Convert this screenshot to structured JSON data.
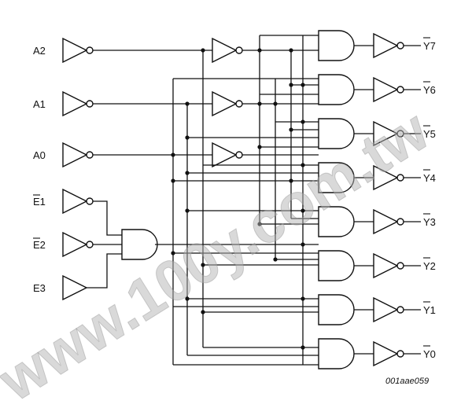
{
  "inputs": {
    "a2": "A2",
    "a1": "A1",
    "a0": "A0",
    "e1": "E1",
    "e2": "E2",
    "e3": "E3"
  },
  "outputs": {
    "y7": "Y7",
    "y6": "Y6",
    "y5": "Y5",
    "y4": "Y4",
    "y3": "Y3",
    "y2": "Y2",
    "y1": "Y1",
    "y0": "Y0"
  },
  "reference": "001aae059",
  "watermark": "www.100y.com.tw"
}
